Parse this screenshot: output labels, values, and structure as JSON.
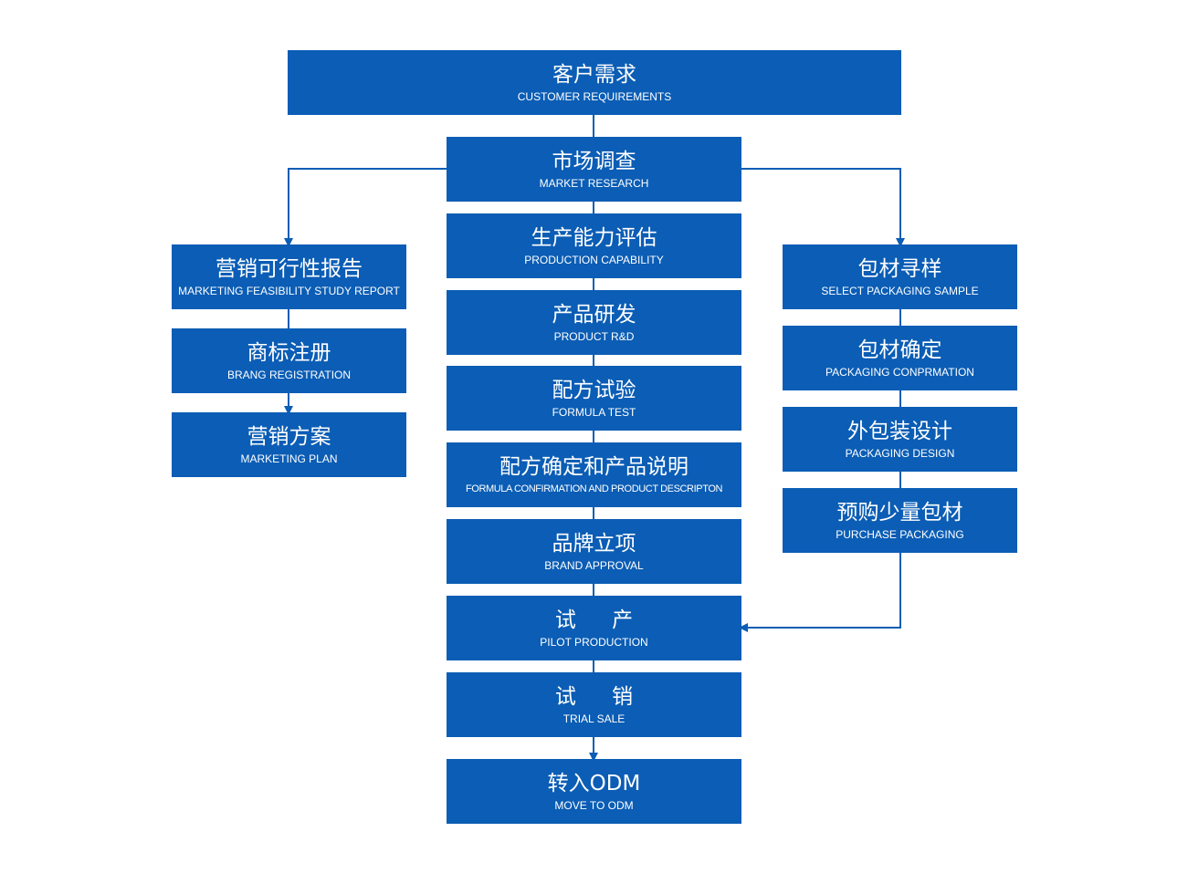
{
  "theme": {
    "box_color": "#0b5db5",
    "line_color": "#0b5db5",
    "text_color": "#ffffff"
  },
  "top": {
    "customer": {
      "cn": "客户需求",
      "en": "CUSTOMER REQUIREMENTS"
    }
  },
  "center": {
    "market": {
      "cn": "市场调查",
      "en": "MARKET RESEARCH"
    },
    "capability": {
      "cn": "生产能力评估",
      "en": "PRODUCTION CAPABILITY"
    },
    "rnd": {
      "cn": "产品研发",
      "en": "PRODUCT R&D"
    },
    "formula_test": {
      "cn": "配方试验",
      "en": "FORMULA TEST"
    },
    "formula_confirm": {
      "cn": "配方确定和产品说明",
      "en": "FORMULA CONFIRMATION AND PRODUCT DESCRIPTON"
    },
    "brand_approval": {
      "cn": "品牌立项",
      "en": "BRAND APPROVAL"
    },
    "pilot": {
      "cn": "试 产",
      "en": "PILOT PRODUCTION"
    },
    "trial": {
      "cn": "试 销",
      "en": "TRIAL SALE"
    },
    "odm": {
      "cn": "转入ODM",
      "en": "MOVE TO ODM"
    }
  },
  "left": {
    "feasibility": {
      "cn": "营销可行性报告",
      "en": "MARKETING FEASIBILITY STUDY REPORT"
    },
    "registration": {
      "cn": "商标注册",
      "en": "BRANG REGISTRATION"
    },
    "plan": {
      "cn": "营销方案",
      "en": "MARKETING PLAN"
    }
  },
  "right": {
    "sample": {
      "cn": "包材寻样",
      "en": "SELECT PACKAGING SAMPLE"
    },
    "confirm": {
      "cn": "包材确定",
      "en": "PACKAGING CONPRMATION"
    },
    "design": {
      "cn": "外包装设计",
      "en": "PACKAGING DESIGN"
    },
    "purchase": {
      "cn": "预购少量包材",
      "en": "PURCHASE PACKAGING"
    }
  }
}
